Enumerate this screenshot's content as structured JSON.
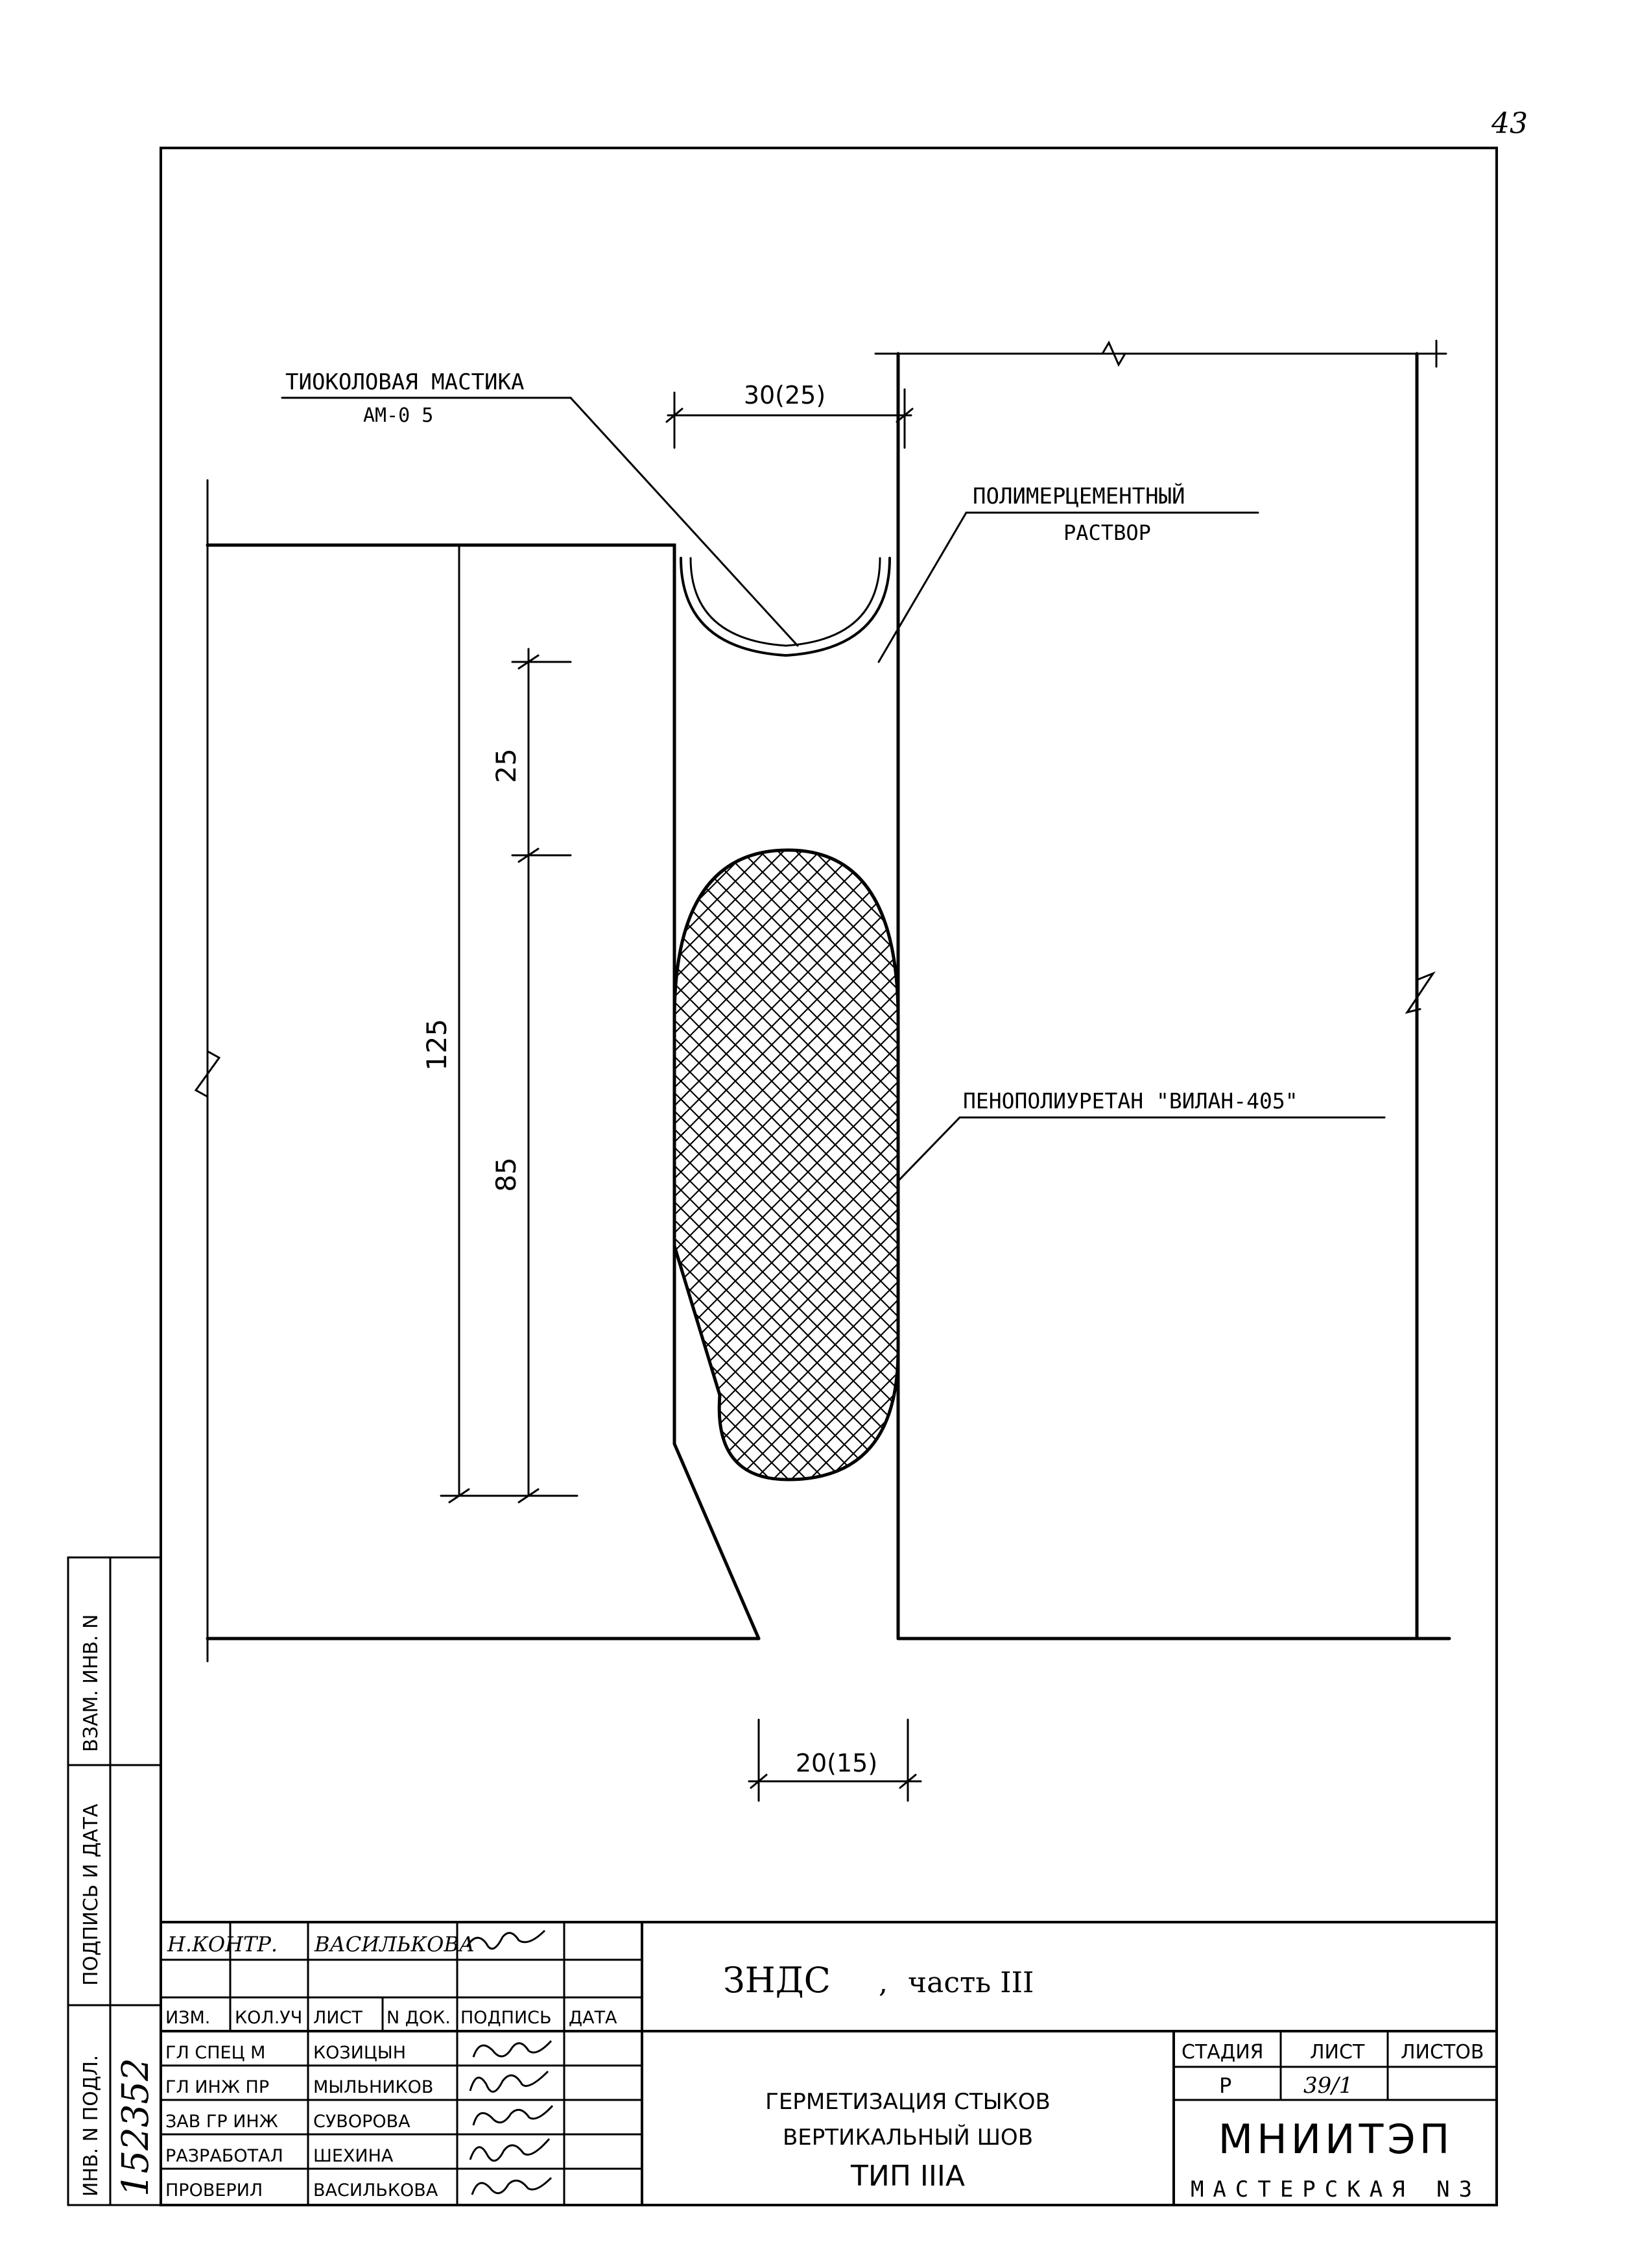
{
  "page_number": "43",
  "labels": {
    "thiokol_mastic": "ТИОКОЛОВАЯ МАСТИКА",
    "am05": "АМ-0 5",
    "polymer_cement": "ПОЛИМЕРЦЕМЕНТНЫЙ",
    "mortar": "РАСТВОР",
    "foam": "ПЕНОПОЛИУРЕТАН \"ВИЛАН-405\""
  },
  "dimensions": {
    "top_width": "30(25)",
    "bottom_width": "20(15)",
    "total_height": "125",
    "upper_segment": "25",
    "lower_segment": "85"
  },
  "side_stamp": {
    "inv_orig": "ИНВ. N ПОДЛ.",
    "sign_date": "ПОДПИСЬ И ДАТА",
    "replace_inv": "ВЗАМ. ИНВ. N",
    "inv_handwritten": "152352"
  },
  "title_block": {
    "n_kontr_role": "Н.КОНТР.",
    "n_kontr_name": "ВАСИЛЬКОВА",
    "head": {
      "izm": "ИЗМ.",
      "kol_uch": "КОЛ.УЧ",
      "list": "ЛИСТ",
      "n_dok": "N ДОК.",
      "podpis": "ПОДПИСЬ",
      "data": "ДАТА"
    },
    "people": [
      {
        "role": "ГЛ СПЕЦ М",
        "name": "КОЗИЦЫН"
      },
      {
        "role": "ГЛ ИНЖ ПР",
        "name": "МЫЛЬНИКОВ"
      },
      {
        "role": "ЗАВ ГР ИНЖ",
        "name": "СУВОРОВА"
      },
      {
        "role": "РАЗРАБОТАЛ",
        "name": "ШЕХИНА"
      },
      {
        "role": "ПРОВЕРИЛ",
        "name": "ВАСИЛЬКОВА"
      }
    ],
    "project": "ЗНДС",
    "project_sep": ",",
    "project_part": "часть III",
    "sheet_title_1": "ГЕРМЕТИЗАЦИЯ СТЫКОВ",
    "sheet_title_2": "ВЕРТИКАЛЬНЫЙ ШОВ",
    "sheet_title_3": "ТИП IIIА",
    "stage_label": "СТАДИЯ",
    "sheet_label": "ЛИСТ",
    "sheets_label": "ЛИСТОВ",
    "stage_value": "Р",
    "sheet_value": "39/1",
    "org": "МНИИТЭП",
    "workshop": "МАСТЕРСКАЯ N3"
  }
}
